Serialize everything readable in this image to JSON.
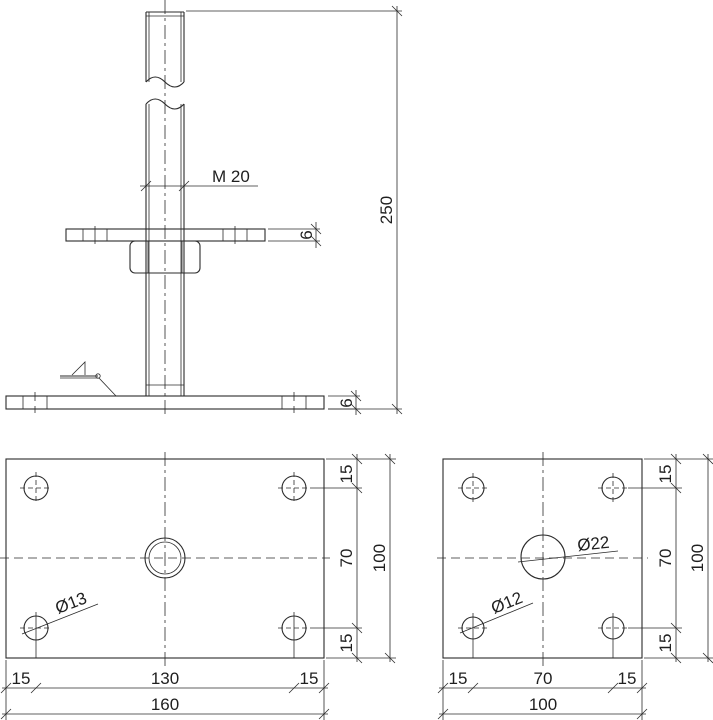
{
  "drawing": {
    "side_view": {
      "thread_label": "M 20",
      "total_height": "250",
      "top_plate_thickness": "6",
      "base_plate_thickness": "6"
    },
    "large_plate": {
      "edge_left": "15",
      "hole_spacing_x": "130",
      "edge_right": "15",
      "width": "160",
      "edge_top": "15",
      "hole_spacing_y": "70",
      "edge_bottom": "15",
      "height": "100",
      "hole_diameter": "Ø13"
    },
    "small_plate": {
      "edge_left": "15",
      "hole_spacing_x": "70",
      "edge_right": "15",
      "width": "100",
      "edge_top": "15",
      "hole_spacing_y": "70",
      "edge_bottom": "15",
      "height": "100",
      "hole_diameter": "Ø12",
      "center_hole_diameter": "Ø22"
    },
    "colors": {
      "line": "#2b2b2b",
      "background": "#ffffff"
    }
  }
}
